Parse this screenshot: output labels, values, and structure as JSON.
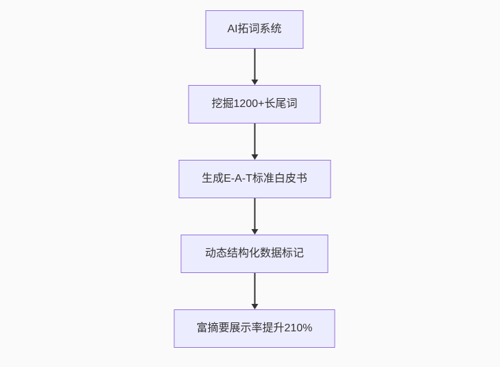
{
  "diagram": {
    "type": "flowchart-top-down",
    "colors": {
      "background": "#fafafa",
      "node_fill": "#ECECFF",
      "node_border": "#9370DB",
      "node_text": "#333333",
      "arrow": "#333333"
    },
    "nodes": [
      {
        "id": "A",
        "label": "AI拓词系统"
      },
      {
        "id": "B",
        "label": "挖掘1200+长尾词"
      },
      {
        "id": "C",
        "label": "生成E-A-T标准白皮书"
      },
      {
        "id": "D",
        "label": "动态结构化数据标记"
      },
      {
        "id": "E",
        "label": "富摘要展示率提升210%"
      }
    ],
    "edges": [
      {
        "from": "A",
        "to": "B"
      },
      {
        "from": "B",
        "to": "C"
      },
      {
        "from": "C",
        "to": "D"
      },
      {
        "from": "D",
        "to": "E"
      }
    ]
  }
}
